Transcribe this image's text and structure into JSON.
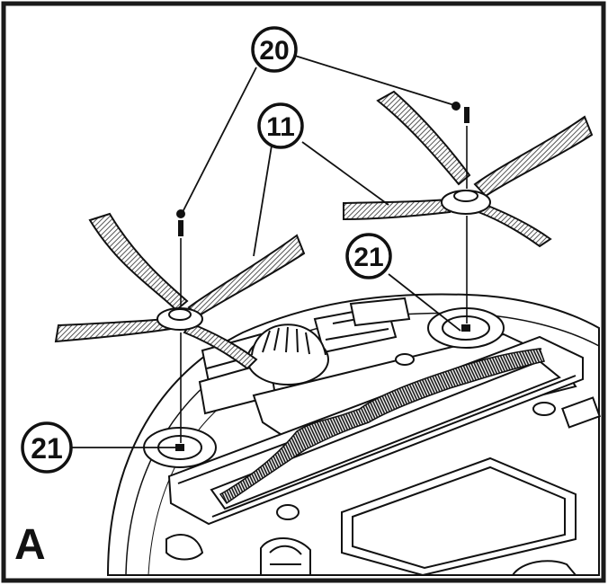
{
  "callouts": {
    "screw": "20",
    "side_brush": "11",
    "brush_shaft": "21"
  },
  "panel_letter": "A",
  "colors": {
    "ink": "#111111",
    "brush_fill": "#4a4a4a",
    "frame": "#1a1a1a",
    "paper": "#ffffff"
  }
}
